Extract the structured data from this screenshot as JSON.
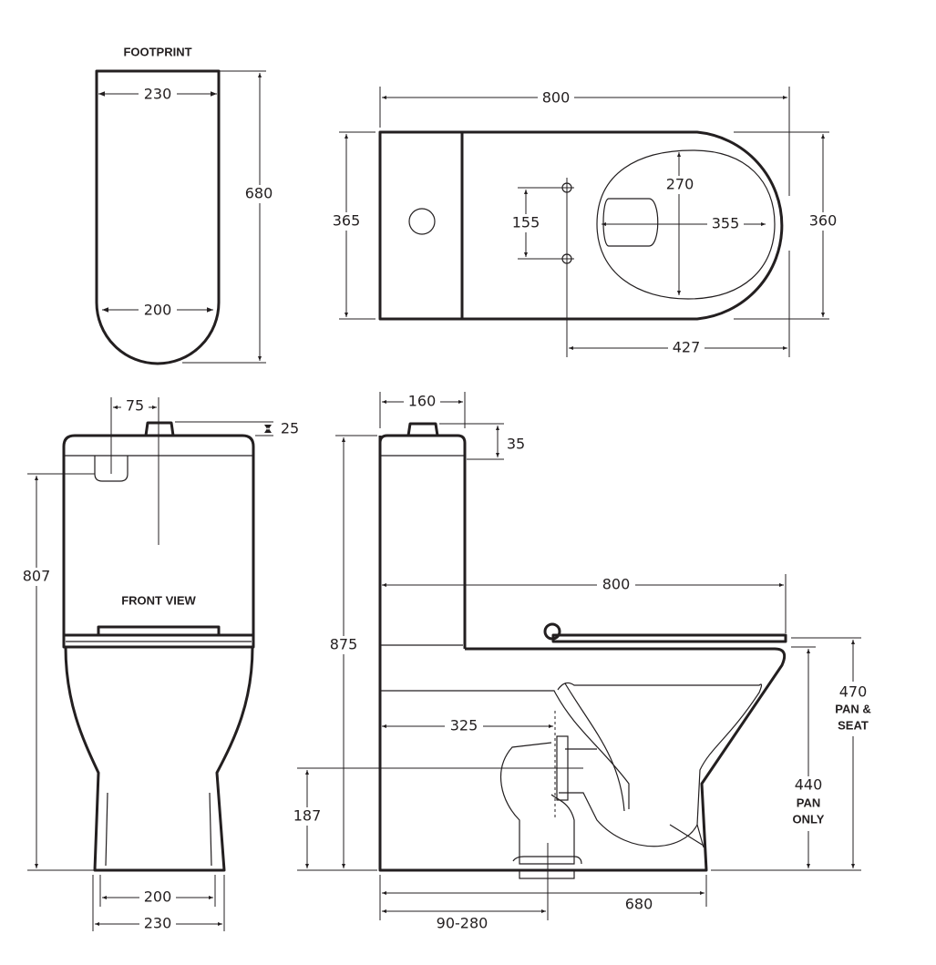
{
  "footprint": {
    "title": "FOOTPRINT",
    "width_top": "230",
    "width_bottom": "200",
    "depth": "680"
  },
  "top_view": {
    "length": "800",
    "tank_depth": "365",
    "bowl_width": "360",
    "bolt_spacing": "155",
    "seat_opening_length": "270",
    "seat_opening_width": "355",
    "bolt_to_front": "427"
  },
  "front_view": {
    "title": "FRONT VIEW",
    "button_offset": "75",
    "button_height": "25",
    "lever_height": "807",
    "base_inner": "200",
    "base_outer": "230"
  },
  "side_view": {
    "tank_width": "160",
    "button_height": "35",
    "length": "800",
    "total_height": "875",
    "pan_seat_height": "470",
    "pan_seat_label": [
      "PAN &",
      "SEAT"
    ],
    "pan_only_height": "440",
    "pan_only_label": [
      "PAN",
      "ONLY"
    ],
    "setout_back": "325",
    "outlet_height": "187",
    "base_length": "680",
    "setout_range": "90-280"
  }
}
